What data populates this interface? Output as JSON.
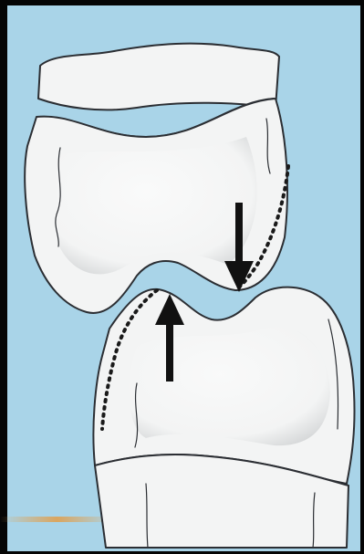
{
  "figure": {
    "background_color": "#a9d4e8",
    "outer_frame_color": "#050505",
    "tooth_fill_color": "#f3f4f4",
    "tooth_shade_color": "#b9bcbe",
    "outline_color": "#2b2e33",
    "arrow_color": "#111111",
    "dotted_line_color": "#1a1a1a",
    "accent_glow_color": "#e0a050",
    "arrows": [
      {
        "direction": "down",
        "semantic": "upper-tooth-force"
      },
      {
        "direction": "up",
        "semantic": "lower-tooth-force"
      }
    ]
  }
}
